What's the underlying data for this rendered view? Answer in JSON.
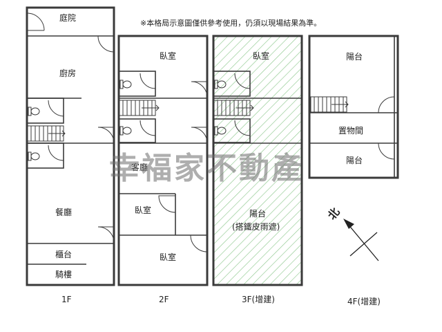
{
  "disclaimer": "※本格局示意圖僅供參考使用，仍須以現場結果為準。",
  "watermark": "幸福家不動產",
  "compass": {
    "north": "北"
  },
  "floors": [
    {
      "label": "1F",
      "rooms": [
        "庭院",
        "廚房",
        "餐廳",
        "櫃台",
        "騎樓"
      ]
    },
    {
      "label": "2F",
      "rooms": [
        "臥室",
        "客廳",
        "臥室",
        "臥室"
      ]
    },
    {
      "label": "3F(增建)",
      "rooms": [
        "臥室",
        "陽台",
        "(搭鐵皮雨遮)"
      ]
    },
    {
      "label": "4F(增建)",
      "rooms": [
        "陽台",
        "置物間",
        "陽台"
      ]
    }
  ],
  "colors": {
    "hatch": "#8fc98f",
    "wall": "#3a3a3a",
    "watermark": "#6b6b6b"
  }
}
